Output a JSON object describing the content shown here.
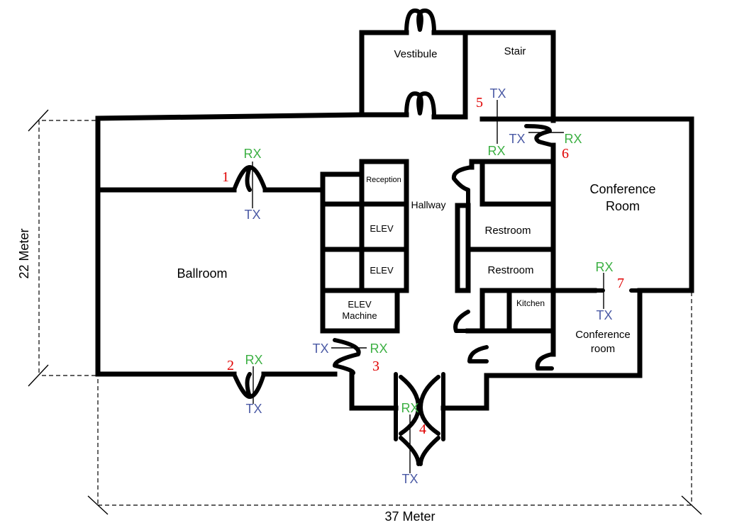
{
  "colors": {
    "wall": "#000000",
    "rx": "#3cb043",
    "tx": "#4b5aa5",
    "point": "#e00000",
    "text": "#000000"
  },
  "dimensions": {
    "width_label": "37 Meter",
    "height_label": "22 Meter"
  },
  "rooms": {
    "vestibule": "Vestibule",
    "stair": "Stair",
    "reception": "Reception",
    "hallway": "Hallway",
    "elev_1": "ELEV",
    "elev_2": "ELEV",
    "elev_machine_1": "ELEV",
    "elev_machine_2": "Machine",
    "restroom_1": "Restroom",
    "restroom_2": "Restroom",
    "kitchen": "Kitchen",
    "conference_room_1": "Conference",
    "conference_room_2": "Room",
    "conference_small_1": "Conference",
    "conference_small_2": "room",
    "ballroom": "Ballroom"
  },
  "measurement_points": [
    {
      "id": "1",
      "rx": "RX",
      "tx": "TX"
    },
    {
      "id": "2",
      "rx": "RX",
      "tx": "TX"
    },
    {
      "id": "3",
      "rx": "RX",
      "tx": "TX"
    },
    {
      "id": "4",
      "rx": "RX",
      "tx": "TX"
    },
    {
      "id": "5",
      "rx": "RX",
      "tx": "TX"
    },
    {
      "id": "6",
      "rx": "RX",
      "tx": "TX"
    },
    {
      "id": "7",
      "rx": "RX",
      "tx": "TX"
    }
  ]
}
